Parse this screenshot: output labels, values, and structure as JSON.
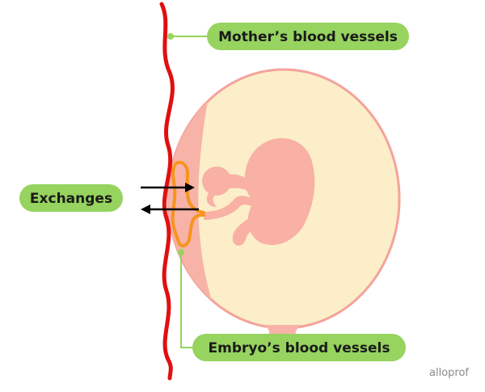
{
  "labels": {
    "mother_vessels": "Mother’s blood vessels",
    "exchanges": "Exchanges",
    "embryo_vessels": "Embryo’s blood vessels"
  },
  "logo": "alloprof",
  "colors": {
    "label_fill": "#96d35f",
    "leader_line": "#96d35f",
    "mother_vessel": "#e01010",
    "embryo_vessel": "#f7941d",
    "sac_fill": "#fbeec8",
    "sac_outline": "#f4a39c",
    "placenta": "#f4a39c",
    "embryo": "#f9b0a5",
    "arrows": "#000000"
  }
}
